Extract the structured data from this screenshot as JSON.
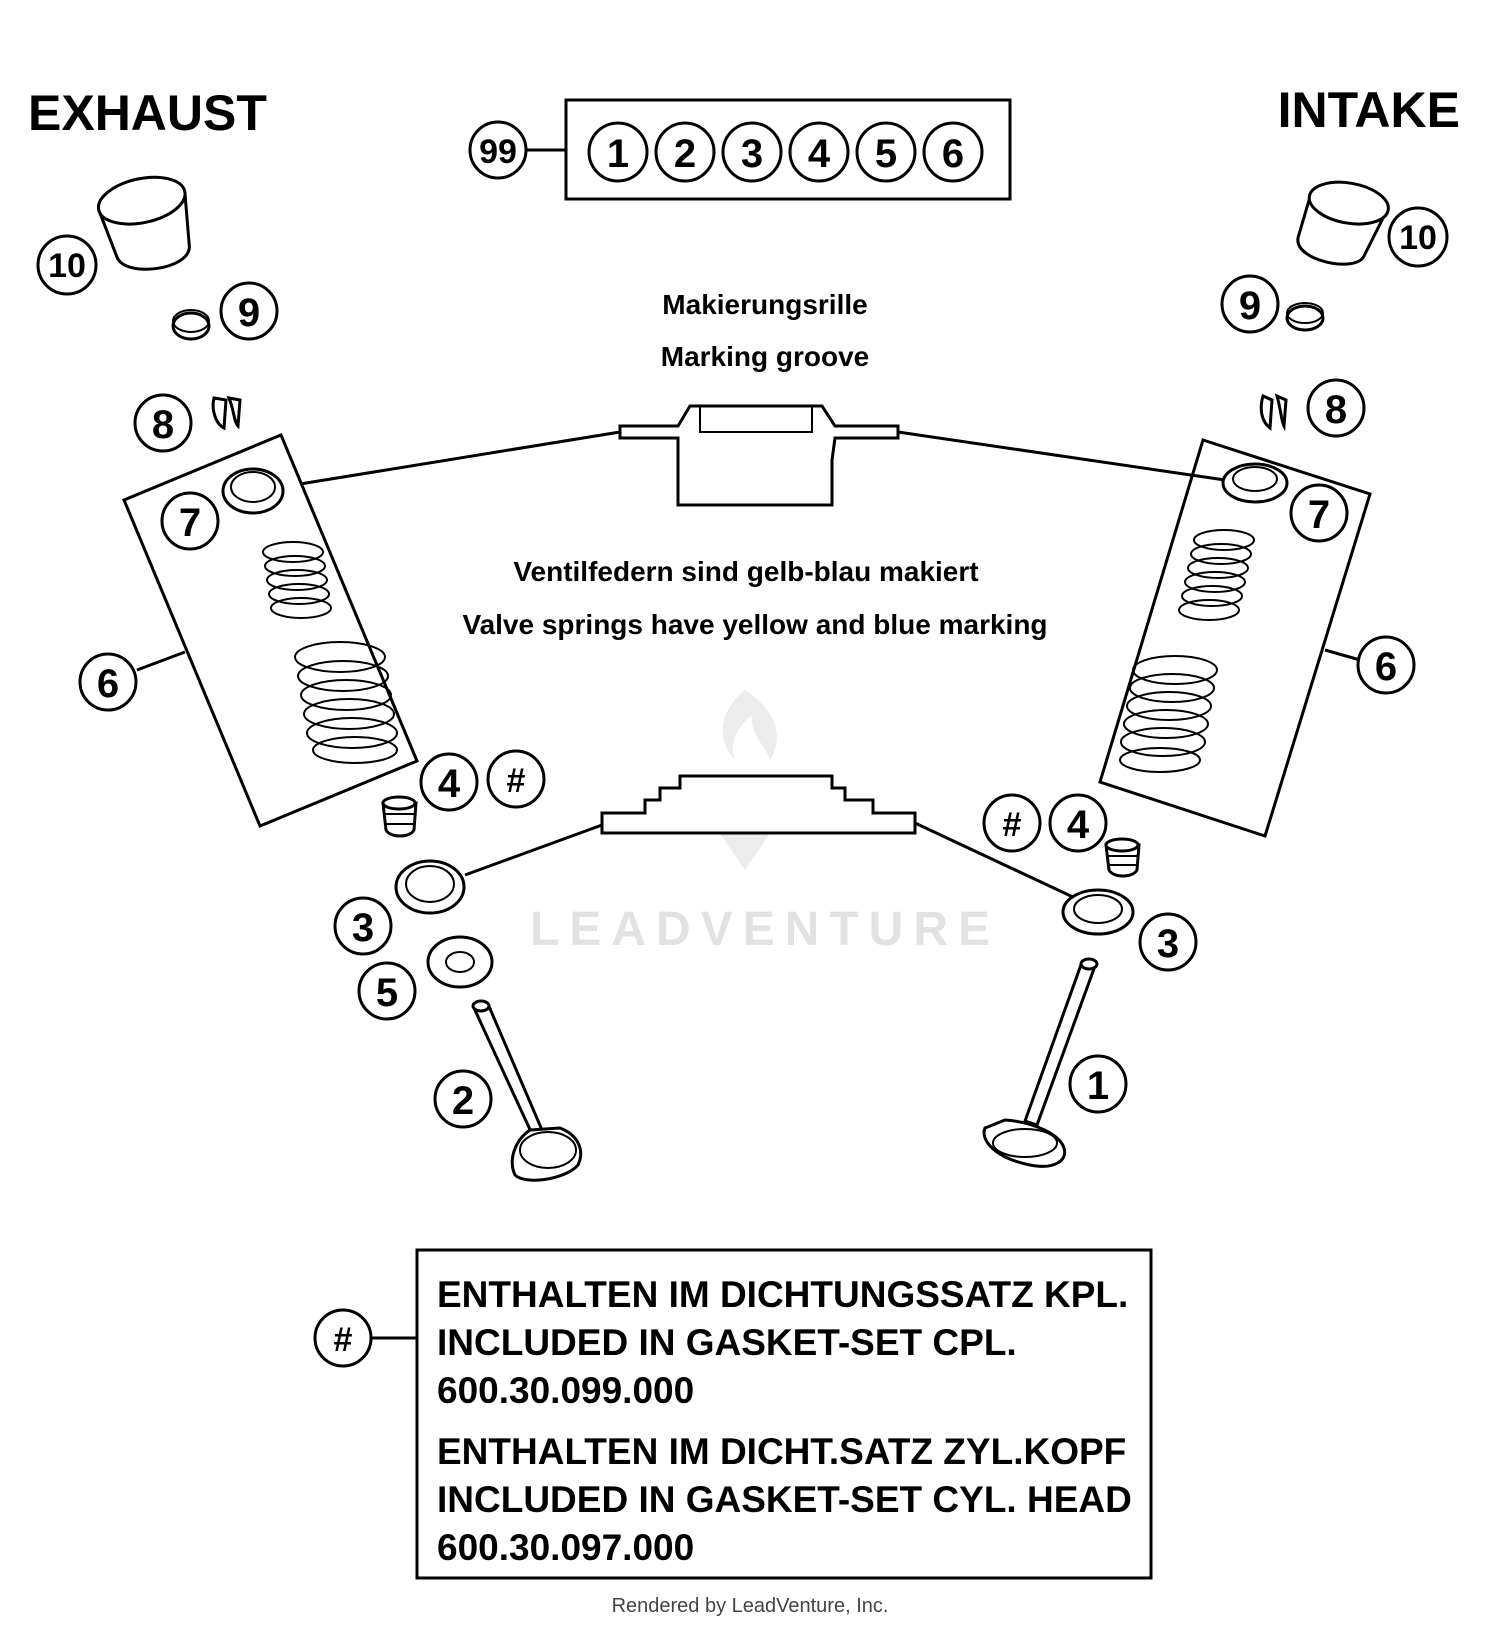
{
  "headings": {
    "exhaust": "EXHAUST",
    "intake": "INTAKE"
  },
  "kit": {
    "ref": "99",
    "items": [
      "1",
      "2",
      "3",
      "4",
      "5",
      "6"
    ]
  },
  "notes": {
    "marking_de": "Makierungsrille",
    "marking_en": "Marking groove",
    "springs_de": "Ventilfedern sind gelb-blau makiert",
    "springs_en": "Valve springs have yellow and blue marking"
  },
  "callouts": {
    "exhaust": [
      "10",
      "9",
      "8",
      "7",
      "6",
      "4",
      "#",
      "3",
      "5",
      "2"
    ],
    "intake": [
      "10",
      "9",
      "8",
      "7",
      "6",
      "#",
      "4",
      "3",
      "1"
    ],
    "footer_ref": "#"
  },
  "footer_box": {
    "line1": "ENTHALTEN IM DICHTUNGSSATZ KPL.",
    "line2": "INCLUDED IN GASKET-SET CPL.",
    "line3": "600.30.099.000",
    "line4": "ENTHALTEN IM DICHT.SATZ ZYL.KOPF",
    "line5": "INCLUDED IN GASKET-SET CYL. HEAD",
    "line6": "600.30.097.000"
  },
  "watermark": "LEADVENTURE",
  "credit": "Rendered by LeadVenture, Inc."
}
